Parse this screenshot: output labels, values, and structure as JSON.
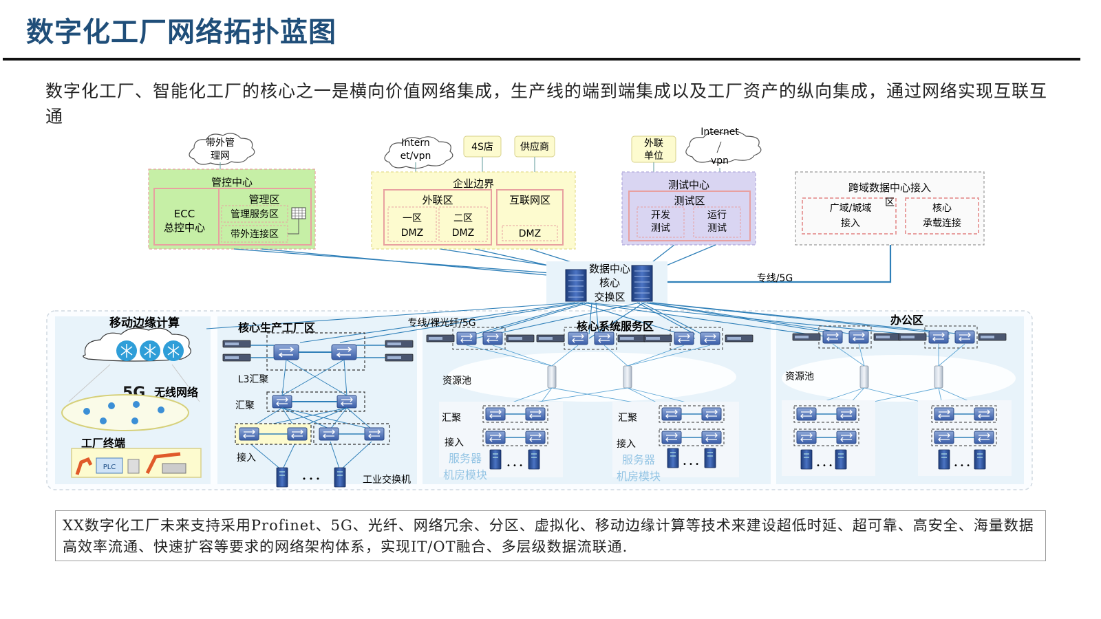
{
  "title": "数字化工厂网络拓扑蓝图",
  "intro": "数字化工厂、智能化工厂的核心之一是横向价值网络集成，生产线的端到端集成以及工厂资产的纵向集成，通过网络实现互联互通",
  "summary": "XX数字化工厂未来支持采用Profinet、5G、光纤、网络冗余、分区、虚拟化、移动边缘计算等技术来建设超低时延、超可靠、高安全、海量数据高效率流通、快速扩容等要求的网络架构体系，实现IT/OT融合、多层级数据流联通.",
  "clouds": {
    "oob_l1": "带外管",
    "oob_l2": "理网",
    "internet_vpn_l1": "Intern",
    "internet_vpn_l2": "et/vpn",
    "internet": "Internet",
    "vpn": "vpn"
  },
  "external": {
    "shop_4s": "4S店",
    "supplier": "供应商",
    "partner_l1": "外联",
    "partner_l2": "单位"
  },
  "control_center": {
    "label": "管控中心",
    "ecc_l1": "ECC",
    "ecc_l2": "总控中心",
    "mgmt_zone": "管理区",
    "mgmt_service": "管理服务区",
    "oob_zone": "带外连接区"
  },
  "enterprise_border": {
    "label": "企业边界",
    "ext_zone": "外联区",
    "zone1_l1": "一区",
    "zone1_l2": "DMZ",
    "zone2_l1": "二区",
    "zone2_l2": "DMZ",
    "inet_zone": "互联网区",
    "dmz": "DMZ"
  },
  "test_center": {
    "label": "测试中心",
    "test_zone": "测试区",
    "dev_l1": "开发",
    "dev_l2": "测试",
    "ops_l1": "运行",
    "ops_l2": "测试"
  },
  "cross_dc": {
    "label": "跨域数据中心接入",
    "wan_l1": "广域/城域",
    "wan_l2": "接入",
    "zone_char": "区",
    "core_l1": "核心",
    "core_l2": "承载连接"
  },
  "dc_core": {
    "l1": "数据中心",
    "l2": "核心",
    "l3": "交换区"
  },
  "links": {
    "dedicated_5g": "专线/5G",
    "dedicated_fiber_5g": "专线/裸光纤/5G"
  },
  "mec": {
    "label": "移动边缘计算",
    "wireless_5g": "5G",
    "wireless_label": "无线网络",
    "terminal": "工厂终端",
    "plc": "PLC"
  },
  "production": {
    "label": "核心生产工厂区",
    "l3_agg": "L3汇聚",
    "agg": "汇聚",
    "access": "接入",
    "dots": "• • •",
    "industrial_switch": "工业交换机"
  },
  "core_services": {
    "label": "核心系统服务区",
    "pool": "资源池",
    "agg": "汇聚",
    "access": "接入",
    "server_l1": "服务器",
    "server_l2": "机房模块",
    "dots": "• • •"
  },
  "office": {
    "label": "办公区",
    "pool": "资源池",
    "dots": "• • •"
  },
  "colors": {
    "title": "#1f4e79",
    "green_fill": "#c6efa6",
    "yellow_fill": "#fdfbcf",
    "purple_fill": "#d9d5f2",
    "pink_border": "#e8a0a0",
    "link_blue": "#2e7fb8",
    "light_panel": "#e8f3fa"
  }
}
